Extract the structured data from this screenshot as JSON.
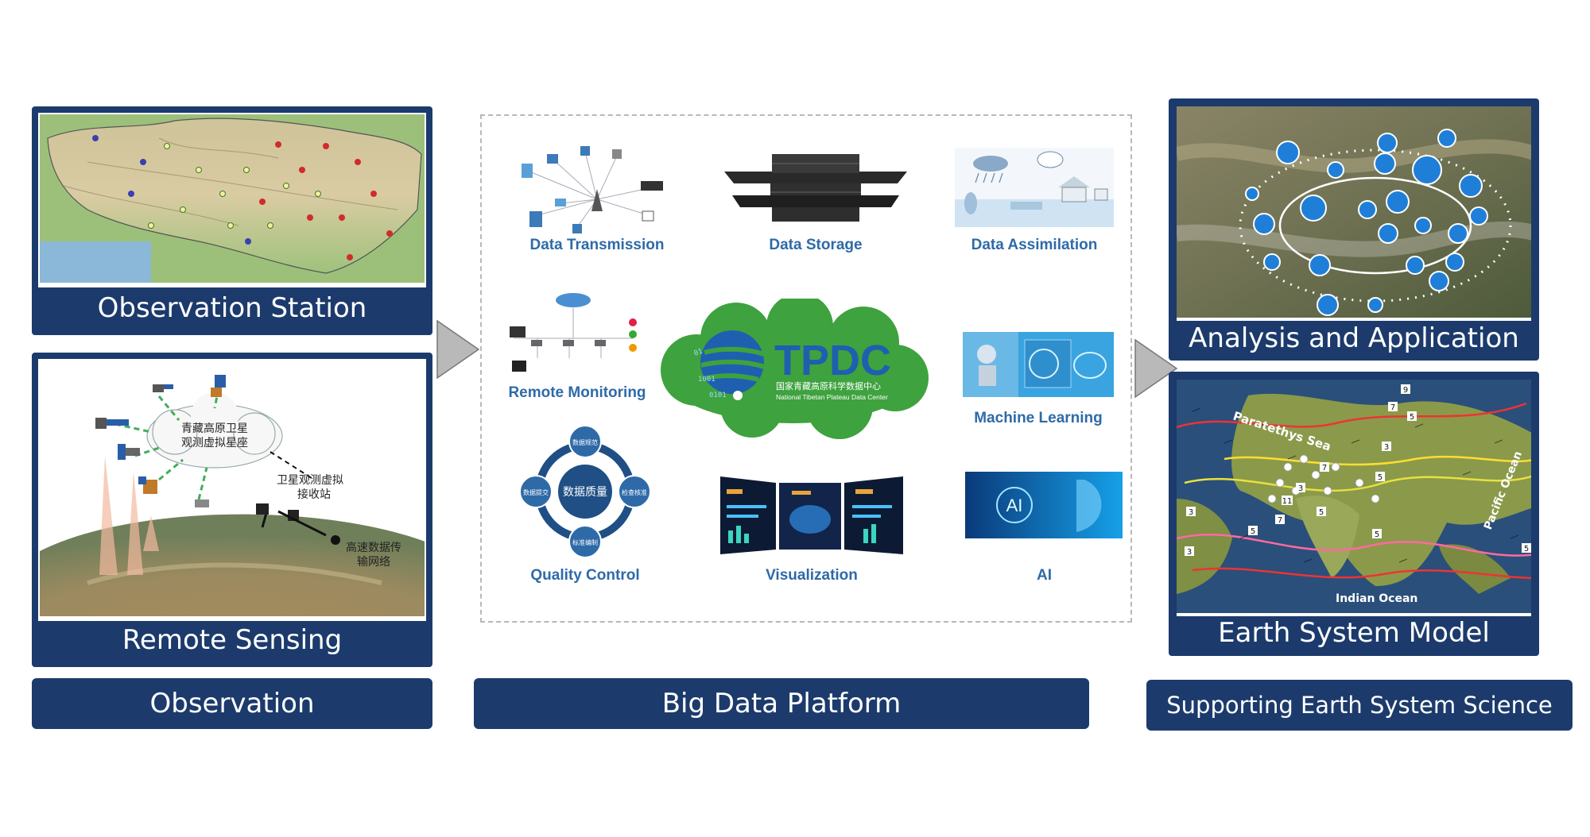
{
  "observation": {
    "station_caption": "Observation Station",
    "remote_caption": "Remote Sensing",
    "section_label": "Observation",
    "map_labels": [
      "青藏高原卫星",
      "观测虚拟星座",
      "卫星观测虚拟",
      "接收站",
      "高速数据传",
      "输网络"
    ]
  },
  "platform": {
    "section_label": "Big Data Platform",
    "modules": {
      "transmission": "Data Transmission",
      "storage": "Data Storage",
      "assimilation": "Data Assimilation",
      "monitoring": "Remote Monitoring",
      "ml": "Machine Learning",
      "quality": "Quality Control",
      "visualization": "Visualization",
      "ai": "AI"
    },
    "logo": {
      "acronym": "TPDC",
      "name_cn": "国家青藏高原科学数据中心",
      "name_en": "National Tibetan Plateau Data Center",
      "binary": [
        "01",
        "1001",
        "0101"
      ]
    },
    "quality_cycle": {
      "center": "数据质量",
      "nodes": [
        "数据规范",
        "检查核准",
        "标准编制",
        "数据提交"
      ]
    },
    "ai_text": "AI"
  },
  "science": {
    "analysis_caption": "Analysis and Application",
    "model_caption": "Earth System Model",
    "section_label": "Supporting Earth System Science",
    "map_labels": {
      "paratethys": "Paratethys Sea",
      "pacific": "Pacific Ocean",
      "indian": "Indian Ocean"
    },
    "contour_values": [
      "9",
      "7",
      "5",
      "3",
      "7",
      "5",
      "3",
      "11",
      "7",
      "5",
      "3",
      "5",
      "3",
      "5",
      "5"
    ]
  },
  "colors": {
    "navy": "#1c3b6c",
    "label_blue": "#2e6aa8",
    "logo_green": "#3ea23e",
    "arrow_gray": "#b9b9b9"
  }
}
